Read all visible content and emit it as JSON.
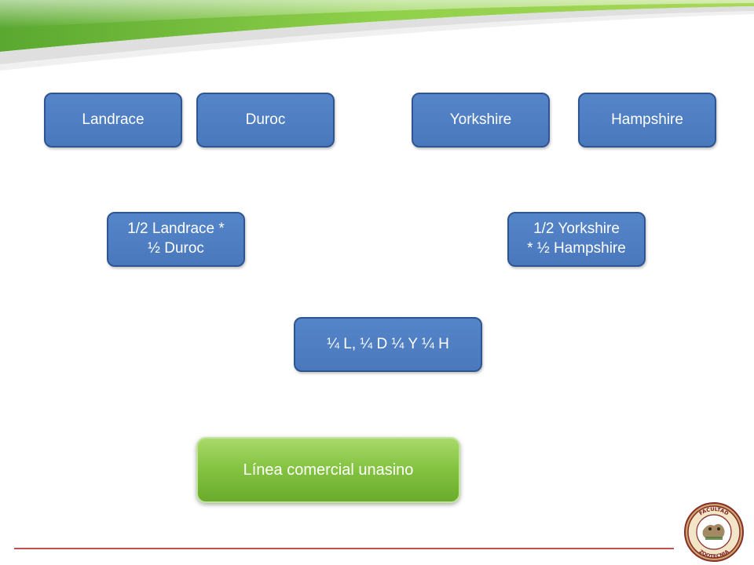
{
  "nodes": {
    "landrace": "Landrace",
    "duroc": "Duroc",
    "yorkshire": "Yorkshire",
    "hampshire": "Hampshire",
    "landrace_duroc": "1/2 Landrace *\n½ Duroc",
    "yorkshire_hampshire": "1/2 Yorkshire\n* ½ Hampshire",
    "four_way_cross": "¼ L, ¼ D  ¼ Y ¼ H",
    "commercial_line": "Línea comercial unasino"
  },
  "logo": {
    "top_text": "FACULTAD",
    "bottom_text": "ZOOTECNIA"
  },
  "colors": {
    "node_blue": "#4f81bd",
    "node_border": "#2f5590",
    "green_button": "#86c443",
    "banner_green": "#7cc242",
    "rule_red": "#c0504d"
  }
}
